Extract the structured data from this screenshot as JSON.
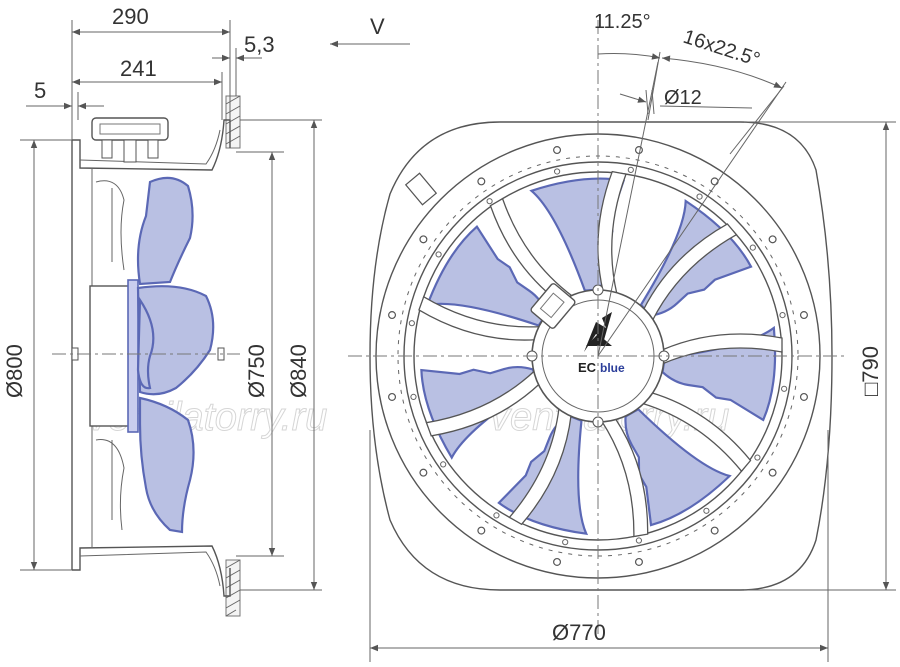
{
  "colors": {
    "blade_fill": "#b9c0e3",
    "blade_edge": "#5b68b5",
    "line": "#555555",
    "text": "#333333"
  },
  "dimensions": {
    "depth_total": "290",
    "depth_inner": "241",
    "offset_5": "5",
    "offset_5_3": "5,3",
    "view_label": "V",
    "dia_800": "Ø800",
    "dia_750": "Ø750",
    "dia_840": "Ø840",
    "angle_offset": "11.25°",
    "hole_pattern": "16x22.5°",
    "hole_dia": "Ø12",
    "square_790": "□790",
    "dia_770": "Ø770"
  },
  "logo": {
    "brand_ec": "EC",
    "brand_blue": "blue"
  },
  "watermark": {
    "left": "ventilatorry.ru",
    "right": "ventilatorry.ru"
  }
}
